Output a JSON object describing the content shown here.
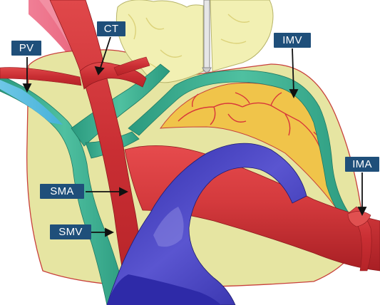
{
  "labels": {
    "pv": "PV",
    "ct": "CT",
    "imv": "IMV",
    "ima": "IMA",
    "sma": "SMA",
    "smv": "SMV"
  },
  "colors": {
    "label_bg": "#1f4f7a",
    "mesentery": "#e6e5a2",
    "artery": "#d8363a",
    "portal_vein": "#3aa588",
    "smv_blue": "#3f3ab8",
    "fat_lobule": "#f2f0b3",
    "arcade_fill": "#f0c44a",
    "outline_red": "#b8262a"
  }
}
